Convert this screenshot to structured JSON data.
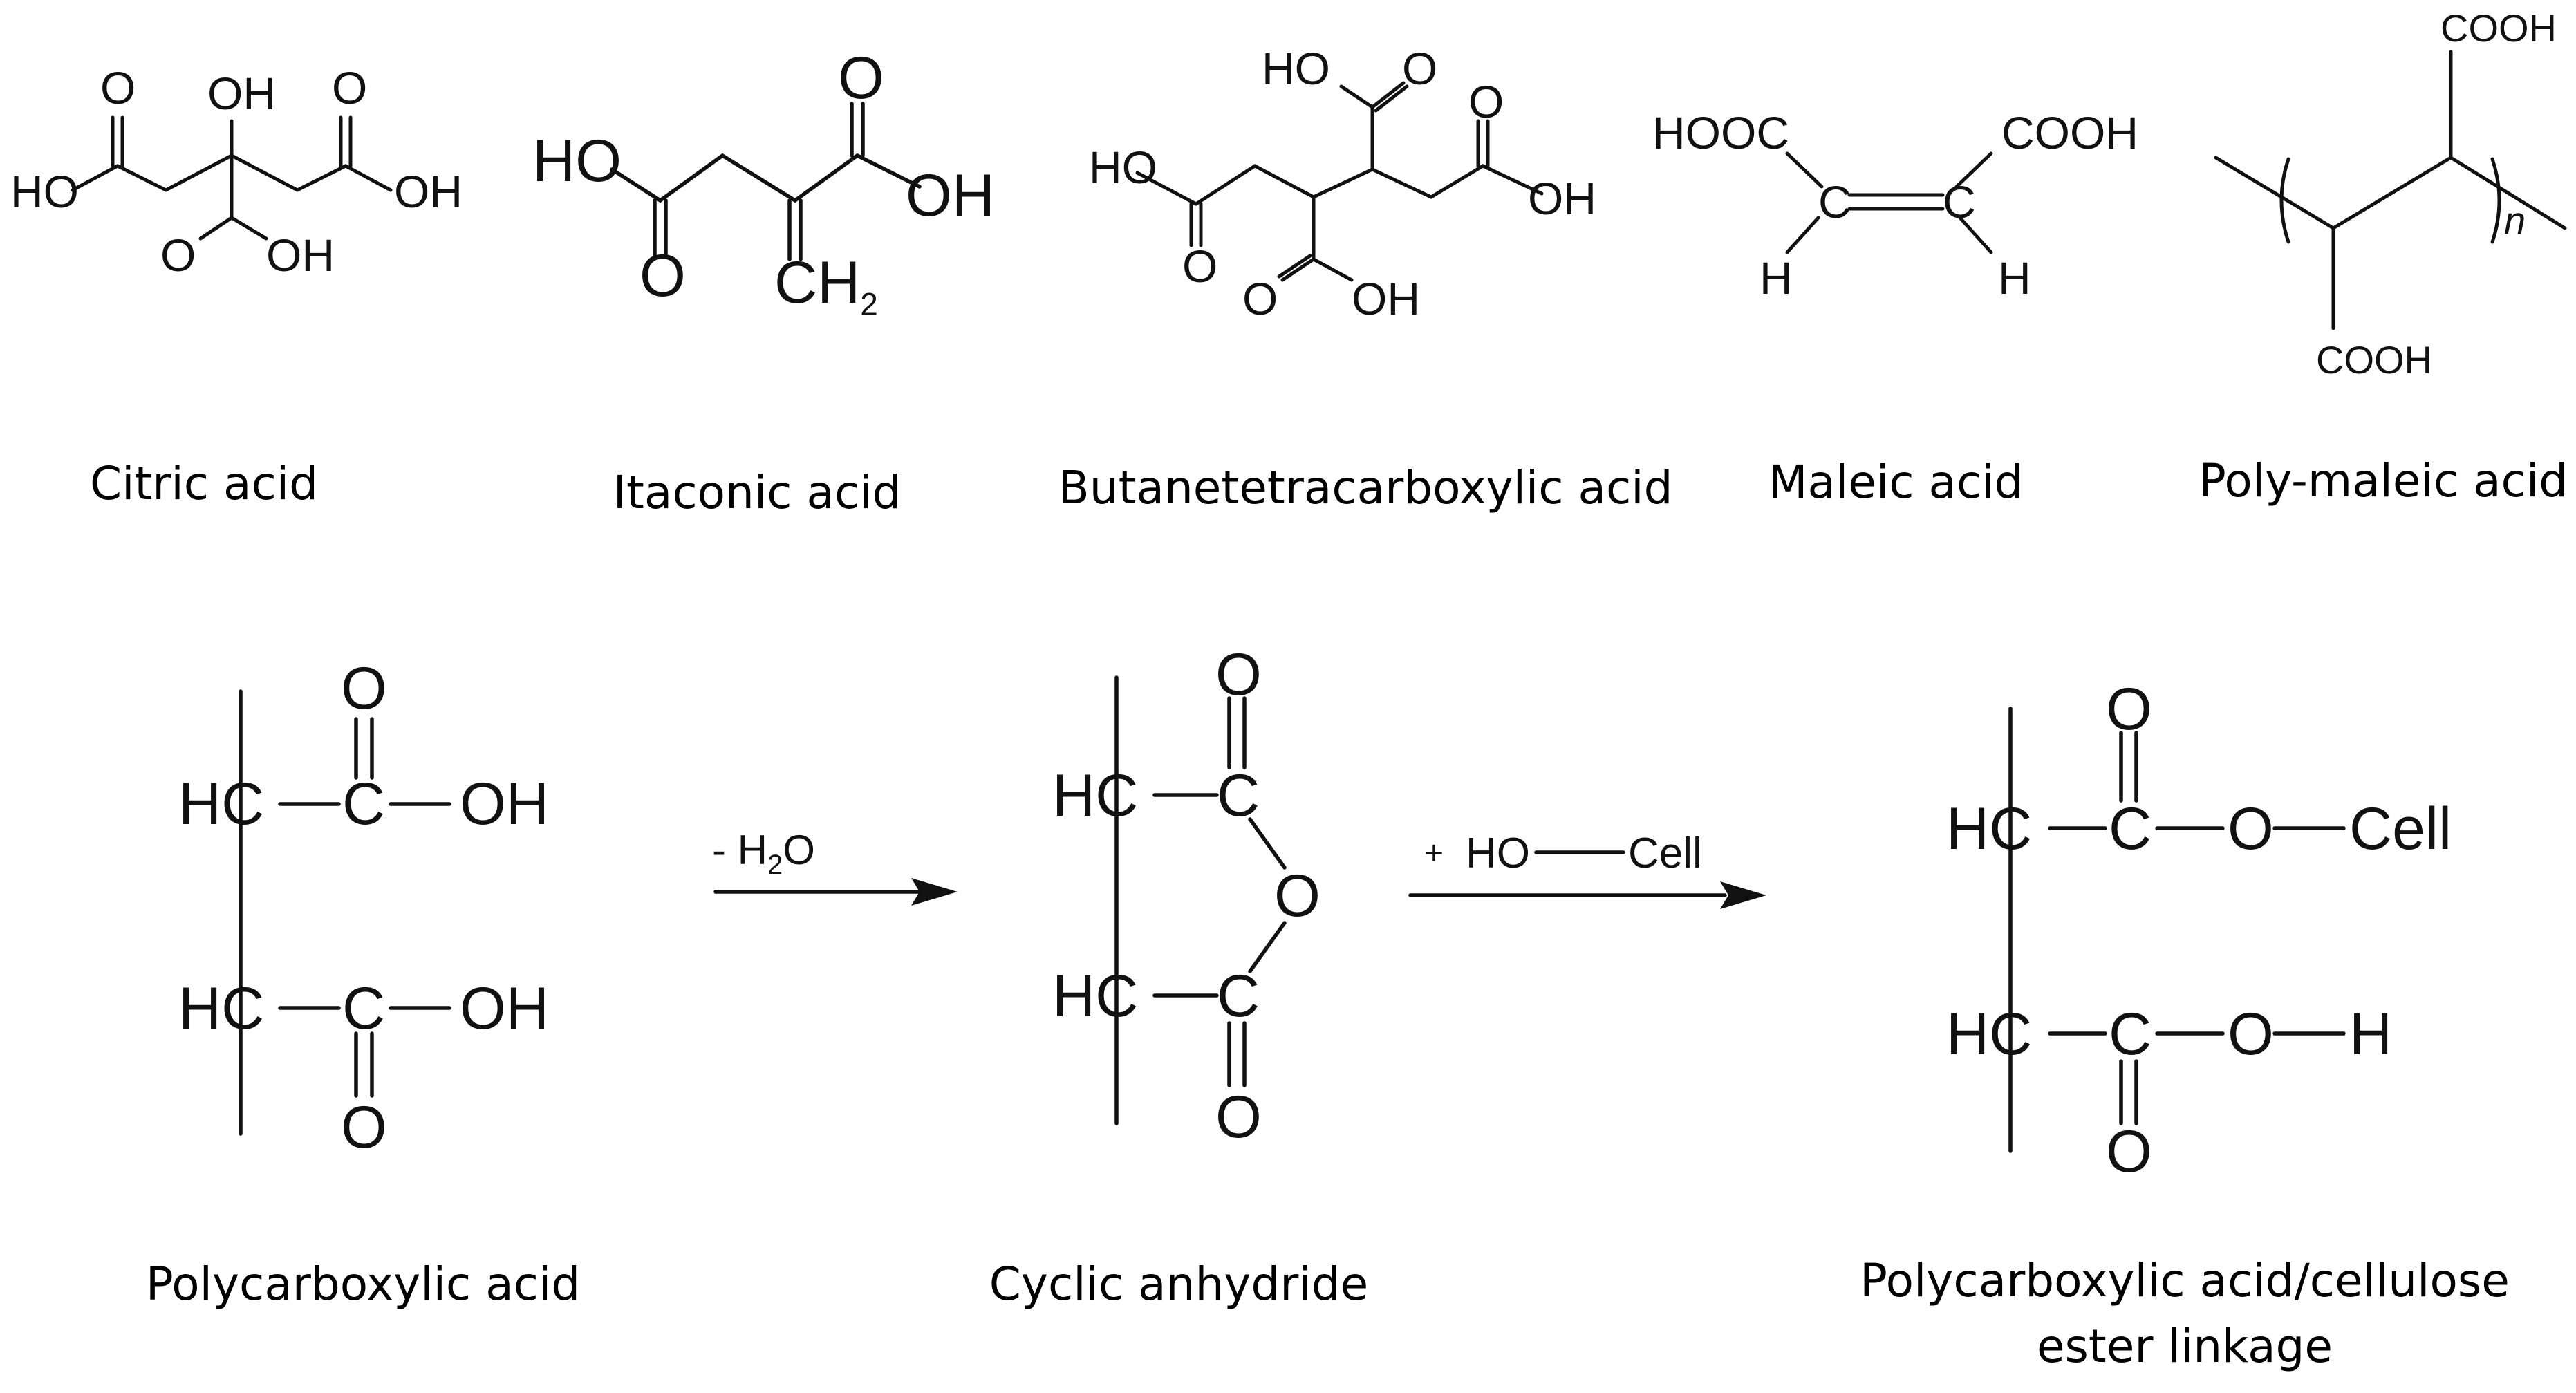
{
  "top_row": {
    "citric": {
      "caption": "Citric acid",
      "labels": {
        "o_left": "O",
        "oh_top": "OH",
        "o_right": "O",
        "ho_left": "HO",
        "oh_right": "OH",
        "o_bottom": "O",
        "oh_bottom": "OH"
      }
    },
    "itaconic": {
      "caption": "Itaconic acid",
      "labels": {
        "ho_left": "HO",
        "o_top": "O",
        "oh_right": "OH",
        "o_bottom": "O",
        "ch2": "CH",
        "ch2_sub": "2"
      }
    },
    "btca": {
      "caption": "Butanetetracarboxylic acid",
      "labels": {
        "ho_top": "HO",
        "o_top": "O",
        "o_right_top": "O",
        "ho_left": "HO",
        "oh_right": "OH",
        "o_left_bottom": "O",
        "o_bottom": "O",
        "oh_bottom": "OH"
      }
    },
    "maleic": {
      "caption": "Maleic acid",
      "labels": {
        "hooc": "HOOC",
        "cooh": "COOH",
        "c_left": "C",
        "c_right": "C",
        "h_left": "H",
        "h_right": "H"
      }
    },
    "polymaleic": {
      "caption": "Poly-maleic acid",
      "labels": {
        "cooh_top": "COOH",
        "cooh_bottom": "COOH",
        "n": "n"
      }
    }
  },
  "bottom_row": {
    "polycarboxylic": {
      "caption": "Polycarboxylic acid",
      "labels": {
        "o_top": "O",
        "hc_top": "HC",
        "c_top": "C",
        "oh_top": "OH",
        "hc_bottom": "HC",
        "c_bottom": "C",
        "oh_bottom": "OH",
        "o_bottom": "O"
      }
    },
    "arrow1": {
      "label": "- H",
      "label_sub": "2",
      "label_tail": "O"
    },
    "anhydride": {
      "caption": "Cyclic anhydride",
      "labels": {
        "o_top": "O",
        "hc_top": "HC",
        "c_top": "C",
        "o_ring": "O",
        "hc_bottom": "HC",
        "c_bottom": "C",
        "o_bottom": "O"
      }
    },
    "arrow2": {
      "plus": "+",
      "ho": "HO",
      "cell": "Cell"
    },
    "ester": {
      "caption_line1": "Polycarboxylic acid/cellulose",
      "caption_line2": "ester linkage",
      "labels": {
        "o_top": "O",
        "hc_top": "HC",
        "c_top": "C",
        "o_mid_top": "O",
        "cell": "Cell",
        "hc_bottom": "HC",
        "c_bottom": "C",
        "o_mid_bottom": "O",
        "h": "H",
        "o_bottom": "O"
      }
    }
  }
}
